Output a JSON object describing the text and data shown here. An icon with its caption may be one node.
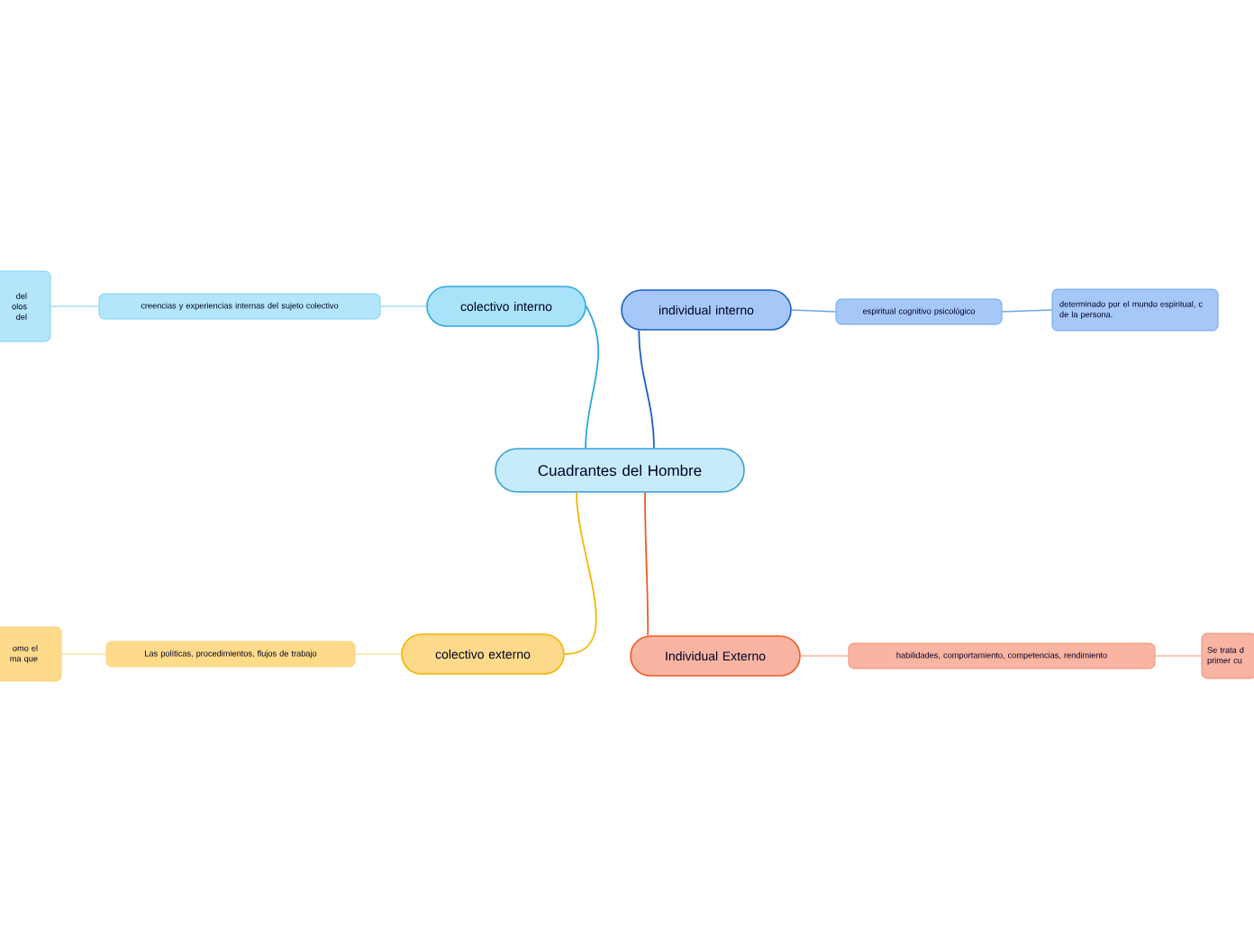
{
  "diagram": {
    "nodes": [
      {
        "text": [
          "Cuadrantes del Hombre"
        ]
      },
      {
        "text": [
          "colectivo interno"
        ]
      },
      {
        "text": [
          "creencias y experiencias internas del sujeto colectivo"
        ]
      },
      {
        "text": [
          "del olos del"
        ]
      },
      {
        "text": [
          "individual interno"
        ]
      },
      {
        "text": [
          "espiritual cognitivo psicológico"
        ]
      },
      {
        "text": [
          "determinado por el mundo espiritual, c de la persona."
        ]
      },
      {
        "text": [
          "colectivo externo"
        ]
      },
      {
        "text": [
          "Las políticas, procedimientos, flujos de trabajo"
        ]
      },
      {
        "text": [
          "omo el ma que"
        ]
      },
      {
        "text": [
          "Individual Externo"
        ]
      },
      {
        "text": [
          "habilidades, comportamiento, competencias, rendimiento"
        ]
      },
      {
        "text": [
          "Se trata d primer cu"
        ]
      }
    ],
    "edges": [
      {
        "from": 0,
        "to": 1,
        "arrow": "none",
        "color": "#2aa7e0"
      },
      {
        "from": 1,
        "to": 2,
        "arrow": "none",
        "color": "#a6def7"
      },
      {
        "from": 2,
        "to": 3,
        "arrow": "none",
        "color": "#a6def7"
      },
      {
        "from": 0,
        "to": 4,
        "arrow": "none",
        "color": "#1a5fc4"
      },
      {
        "from": 4,
        "to": 5,
        "arrow": "none",
        "color": "#6ea4ee"
      },
      {
        "from": 5,
        "to": 6,
        "arrow": "none",
        "color": "#6ea4ee"
      },
      {
        "from": 0,
        "to": 7,
        "arrow": "none",
        "color": "#f7b500"
      },
      {
        "from": 7,
        "to": 8,
        "arrow": "none",
        "color": "#fde3a0"
      },
      {
        "from": 8,
        "to": 9,
        "arrow": "none",
        "color": "#fde3a0"
      },
      {
        "from": 0,
        "to": 10,
        "arrow": "none",
        "color": "#f05a28"
      },
      {
        "from": 10,
        "to": 11,
        "arrow": "none",
        "color": "#f9b4a2"
      },
      {
        "from": 11,
        "to": 12,
        "arrow": "none",
        "color": "#f9b4a2"
      }
    ]
  }
}
